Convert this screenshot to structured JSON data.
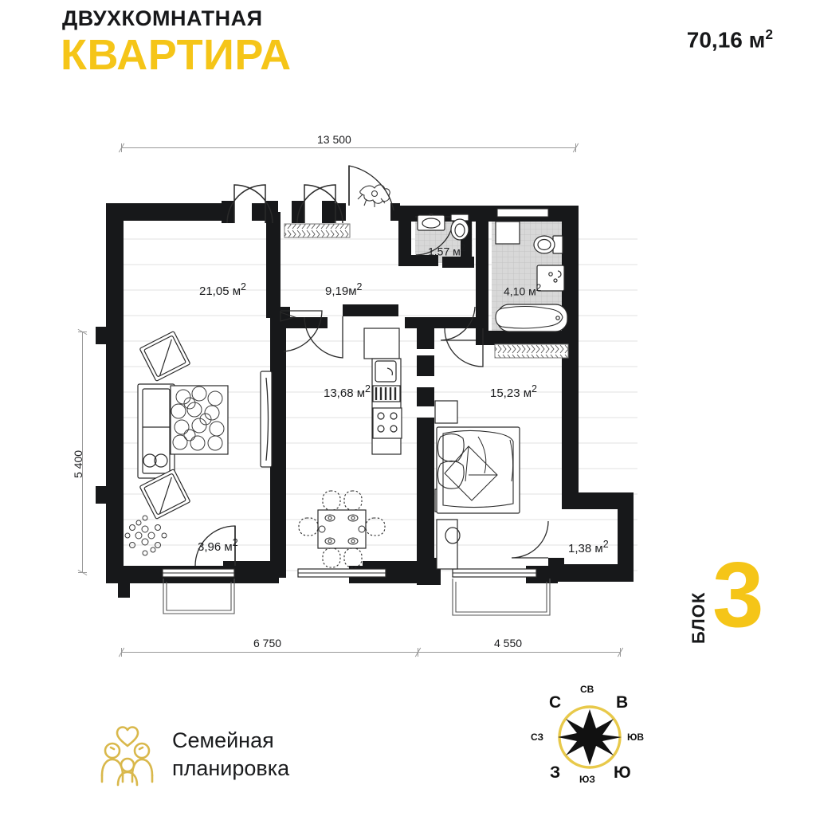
{
  "header": {
    "subtitle": "ДВУХКОМНАТНАЯ",
    "title": "КВАРТИРА",
    "area_value": "70,16",
    "area_unit": "м",
    "area_sup": "2",
    "accent_color": "#F5C518",
    "text_color": "#17181a"
  },
  "dimensions": {
    "top": "13 500",
    "left": "5 400",
    "bottom_left": "6 750",
    "bottom_right": "4 550"
  },
  "rooms": [
    {
      "id": "living",
      "label": "21,05 м",
      "sup": "2",
      "name": "living-room"
    },
    {
      "id": "hall",
      "label": "9,19м",
      "sup": "2",
      "name": "hallway"
    },
    {
      "id": "wc",
      "label": "1,57 м",
      "sup": "2",
      "name": "wc"
    },
    {
      "id": "bath",
      "label": "4,10 м",
      "sup": "2",
      "name": "bathroom"
    },
    {
      "id": "kitchen",
      "label": "13,68 м",
      "sup": "2",
      "name": "kitchen"
    },
    {
      "id": "bedroom",
      "label": "15,23 м",
      "sup": "2",
      "name": "bedroom"
    },
    {
      "id": "loggia1",
      "label": "3,96 м",
      "sup": "2",
      "name": "loggia-left"
    },
    {
      "id": "loggia2",
      "label": "1,38 м",
      "sup": "2",
      "name": "loggia-right"
    }
  ],
  "block_badge": {
    "word": "БЛОК",
    "number": "3"
  },
  "family_badge": {
    "text": "Семейная\nпланировка",
    "icon": "family-heart-icon",
    "icon_color": "#D9B84B"
  },
  "compass": {
    "ring_color": "#E8C94A",
    "star_color": "#111111",
    "directions": [
      {
        "label": "СВ",
        "size": "minor",
        "pos": "n"
      },
      {
        "label": "С",
        "size": "major",
        "pos": "nw"
      },
      {
        "label": "В",
        "size": "major",
        "pos": "ne"
      },
      {
        "label": "СЗ",
        "size": "minor",
        "pos": "w"
      },
      {
        "label": "ЮВ",
        "size": "minor",
        "pos": "e"
      },
      {
        "label": "З",
        "size": "major",
        "pos": "sw"
      },
      {
        "label": "Ю",
        "size": "major",
        "pos": "se"
      },
      {
        "label": "ЮЗ",
        "size": "minor",
        "pos": "s"
      }
    ]
  },
  "colors": {
    "wall": "#17181a",
    "tile_fill": "#d9d9d9",
    "floor_line": "#eceaea",
    "furniture_stroke": "#2a2a2a"
  }
}
